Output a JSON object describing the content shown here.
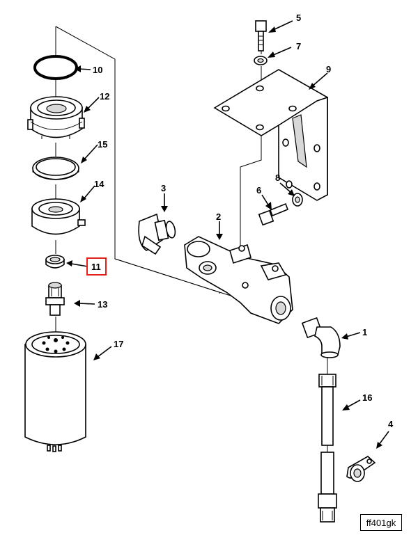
{
  "figure": {
    "code": "ff401gk",
    "highlight_color": "#e0201a",
    "highlighted_callout": "11"
  },
  "callouts": {
    "c1": "1",
    "c2": "2",
    "c3": "3",
    "c4": "4",
    "c5": "5",
    "c6": "6",
    "c7": "7",
    "c8": "8",
    "c9": "9",
    "c10": "10",
    "c11": "11",
    "c12": "12",
    "c13": "13",
    "c14": "14",
    "c15": "15",
    "c16": "16",
    "c17": "17"
  }
}
